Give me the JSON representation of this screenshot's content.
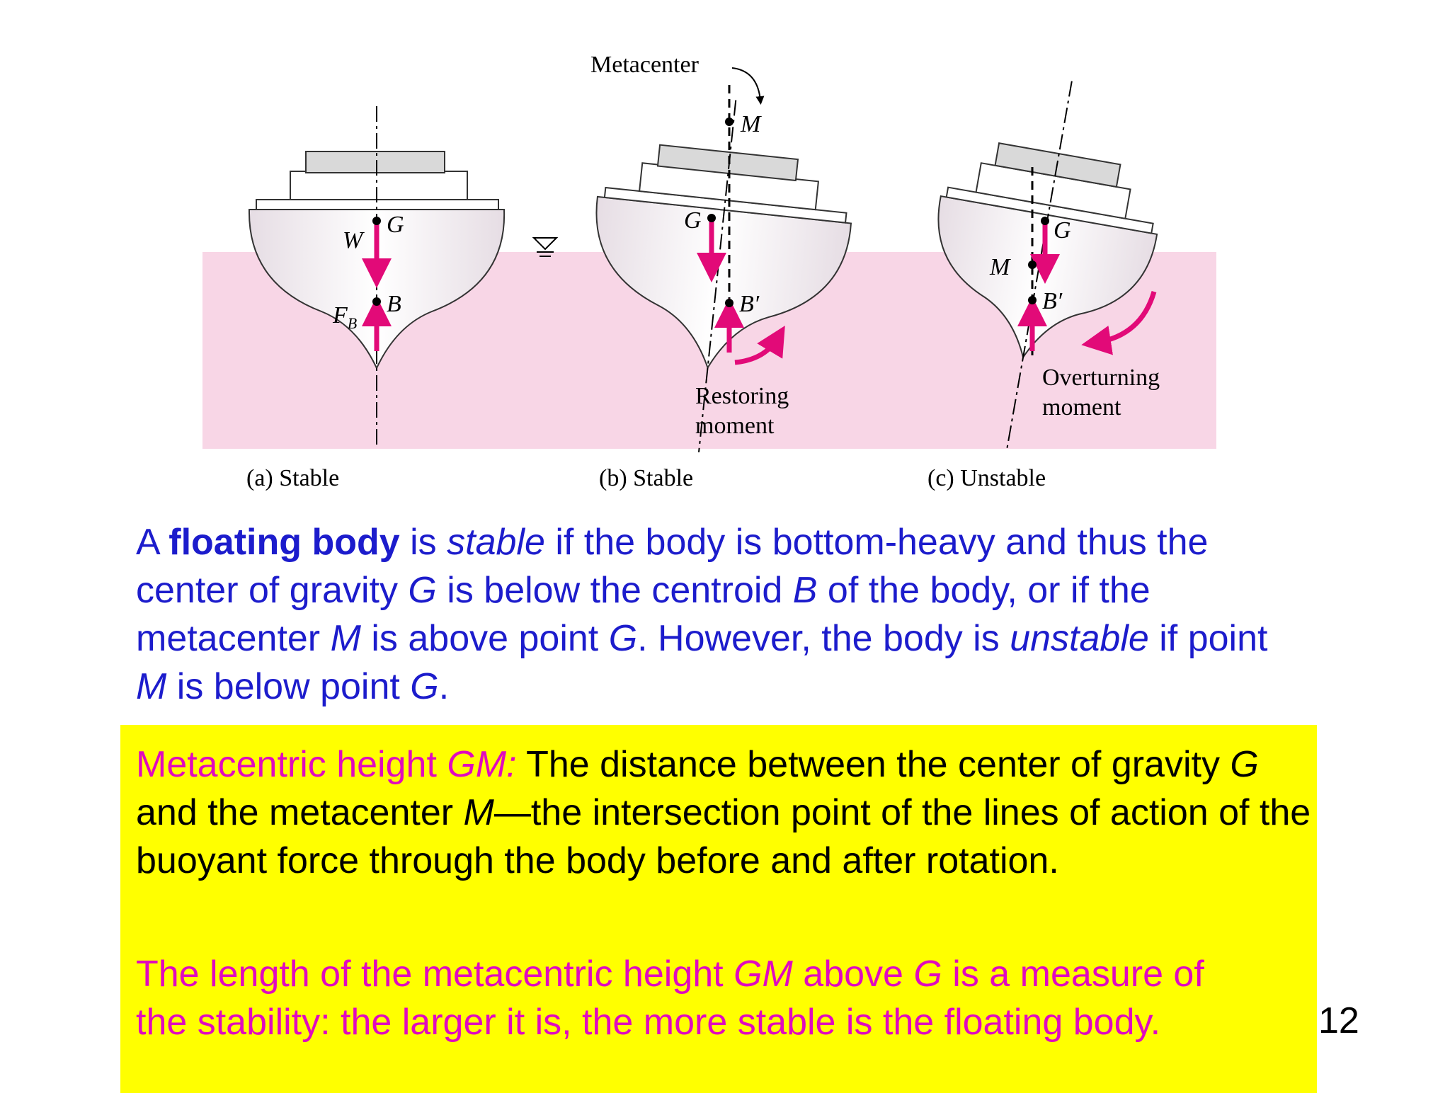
{
  "figure": {
    "metacenter_label": "Metacenter",
    "captions": {
      "a": "(a) Stable",
      "b": "(b) Stable",
      "c": "(c) Unstable"
    },
    "labels": {
      "W": "W",
      "G": "G",
      "B": "B",
      "FB": "F",
      "FB_sub": "B",
      "M": "M",
      "B_prime": "B′",
      "restoring_1": "Restoring",
      "restoring_2": "moment",
      "overturning_1": "Overturning",
      "overturning_2": "moment"
    },
    "colors": {
      "water": "#f8d6e6",
      "arrow": "#e20a78",
      "hull_light": "#ffffff",
      "hull_dark": "#e6dde4",
      "deck": "#d9d9d9"
    }
  },
  "para1": {
    "t1": "A ",
    "t2_bold": "floating body",
    "t3": " is ",
    "t4_italic": "stable",
    "t5": " if the body is bottom-heavy and thus the center of gravity ",
    "t6_italic": "G",
    "t7": " is below the centroid ",
    "t8_italic": "B",
    "t9": " of the body, or if the metacenter ",
    "t10_italic": "M",
    "t11": " is above point ",
    "t12_italic": "G",
    "t13": ". However, the body is ",
    "t14_italic": "unstable",
    "t15": " if point ",
    "t16_italic": "M",
    "t17": " is below point ",
    "t18_italic": "G",
    "t19": "."
  },
  "box": {
    "def_term": "Metacentric height ",
    "def_term_italic": "GM:",
    "def_1": " The distance between the center of gravity ",
    "def_2_italic": "G",
    "def_3": " and the metacenter ",
    "def_4_italic": "M",
    "def_5": "—the intersection point of the lines of action of the buoyant force through the body before and after rotation.",
    "m_1": "The length of the metacentric height ",
    "m_2_italic": "GM",
    "m_3": " above ",
    "m_4_italic": "G",
    "m_5": " is a measure of the stability: the larger it is, the more stable is the floating body."
  },
  "page_number": "12"
}
